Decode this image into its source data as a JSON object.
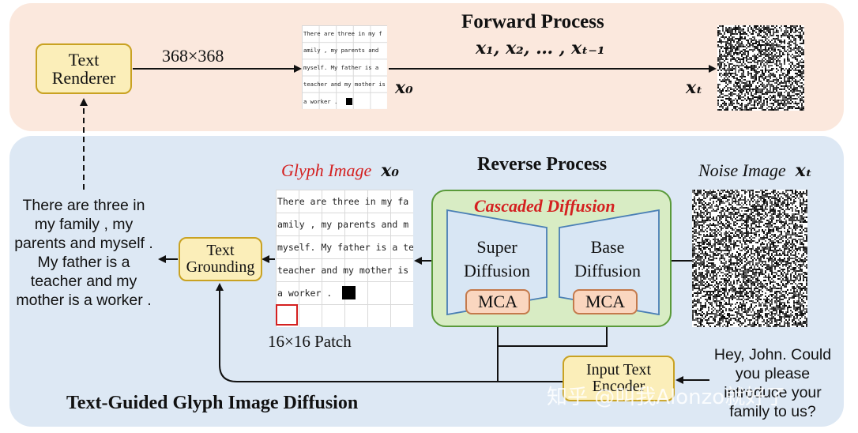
{
  "forward": {
    "title": "Forward Process",
    "size_label": "368×368",
    "x0": "x₀",
    "sequence": "x₁, x₂, … , xₜ₋₁",
    "xT": "xₜ"
  },
  "text_renderer": {
    "line1": "Text",
    "line2": "Renderer"
  },
  "small_glyph_lines": [
    "There are three in my f",
    "amily , my parents and",
    "myself. My father is a",
    "teacher and my mother is",
    "a worker ."
  ],
  "reverse": {
    "title": "Reverse Process",
    "glyph_image_label": "Glyph Image",
    "glyph_x0": "x₀",
    "noise_label": "Noise Image",
    "noise_xT": "xₜ",
    "cascaded_label": "Cascaded Diffusion",
    "super_line1": "Super",
    "super_line2": "Diffusion",
    "base_line1": "Base",
    "base_line2": "Diffusion",
    "mca": "MCA",
    "patch_label": "16×16 Patch"
  },
  "large_glyph_lines": [
    "There are three in my fa",
    "amily , my parents and m",
    "myself. My father is a te",
    "teacher and my mother is",
    "a worker ."
  ],
  "text_grounding": {
    "line1": "Text",
    "line2": "Grounding"
  },
  "input_text_encoder": {
    "line1": "Input Text",
    "line2": "Encoder"
  },
  "output_text": "There are three in my family , my parents and myself . My father is a teacher and my mother is a worker .",
  "input_text": "Hey, John. Could you please introduce your family to us?",
  "bottom_title": "Text-Guided Glyph Image Diffusion",
  "watermark": "知乎 @叫我Alonzo就好了",
  "colors": {
    "forward_bg": "#fbe7dc",
    "reverse_bg": "#dde8f4",
    "cascade_bg": "#d8ecc4",
    "cascade_border": "#5a9a3a",
    "accent_red": "#d42020"
  }
}
